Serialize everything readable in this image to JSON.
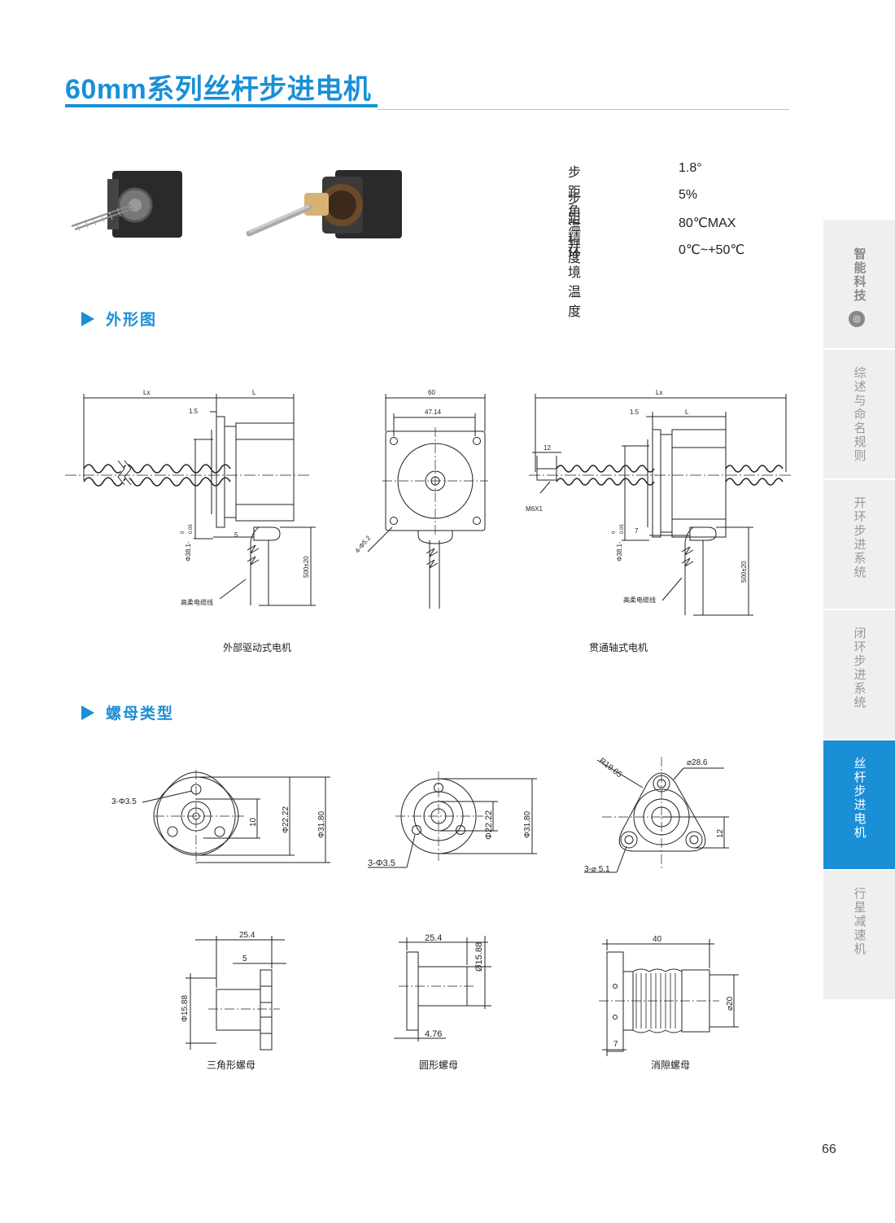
{
  "title": "60mm系列丝杆步进电机",
  "specs": [
    {
      "label": "步距角",
      "value": "1.8°"
    },
    {
      "label": "步距精度",
      "value": "5%"
    },
    {
      "label": "温升",
      "value": "80℃MAX"
    },
    {
      "label": "环境温度",
      "value": "0℃~+50℃"
    }
  ],
  "sections": {
    "outline": "外形图",
    "nut_types": "螺母类型"
  },
  "drawing1": {
    "lx": "Lx",
    "l": "L",
    "d15": "1.5",
    "d5": "5",
    "dia": "Φ38.1-",
    "tol_top": "0",
    "tol_bot": "0.05",
    "cable_len": "500±20",
    "cable": "高柔电缆线",
    "caption": "外部驱动式电机"
  },
  "drawing2": {
    "w60": "60",
    "w4714": "47.14",
    "holes": "4-Φ5.2"
  },
  "drawing3": {
    "lx": "Lx",
    "l": "L",
    "d15": "1.5",
    "d12": "12",
    "thread": "M6X1",
    "d7": "7",
    "dia": "Φ38.1-",
    "tol_top": "0",
    "tol_bot": "0.05",
    "cable_len": "500±20",
    "cable": "高柔电缆线",
    "caption": "贯通轴式电机"
  },
  "nut1": {
    "holes": "3-Φ3.5",
    "d10": "10",
    "d2222": "Φ22.22",
    "d3180": "Φ31.80"
  },
  "nut2": {
    "holes": "3-Φ3.5",
    "d2222": "Φ22.22",
    "d3180": "Φ31.80"
  },
  "nut3": {
    "r": "R19.05",
    "d286": "⌀28.6",
    "d12": "12",
    "holes": "3-⌀ 5.1"
  },
  "side1": {
    "d254": "25.4",
    "d5": "5",
    "d1588": "Φ15.88",
    "caption": "三角形螺母"
  },
  "side2": {
    "d254": "25.4",
    "d1588": "Ø15.88",
    "d476": "4.76",
    "caption": "圆形螺母"
  },
  "side3": {
    "d40": "40",
    "d20": "⌀20",
    "d7": "7",
    "caption": "消隙螺母"
  },
  "tabs": [
    {
      "label": "智能科技",
      "logo": true
    },
    {
      "label": "综述与命名规则"
    },
    {
      "label": "开环步进系统"
    },
    {
      "label": "闭环步进系统"
    },
    {
      "label": "丝杆步进电机",
      "active": true
    },
    {
      "label": "行星减速机"
    }
  ],
  "page_number": "66",
  "colors": {
    "accent": "#1a8fd6",
    "tab_bg": "#efefef",
    "line": "#222222"
  }
}
